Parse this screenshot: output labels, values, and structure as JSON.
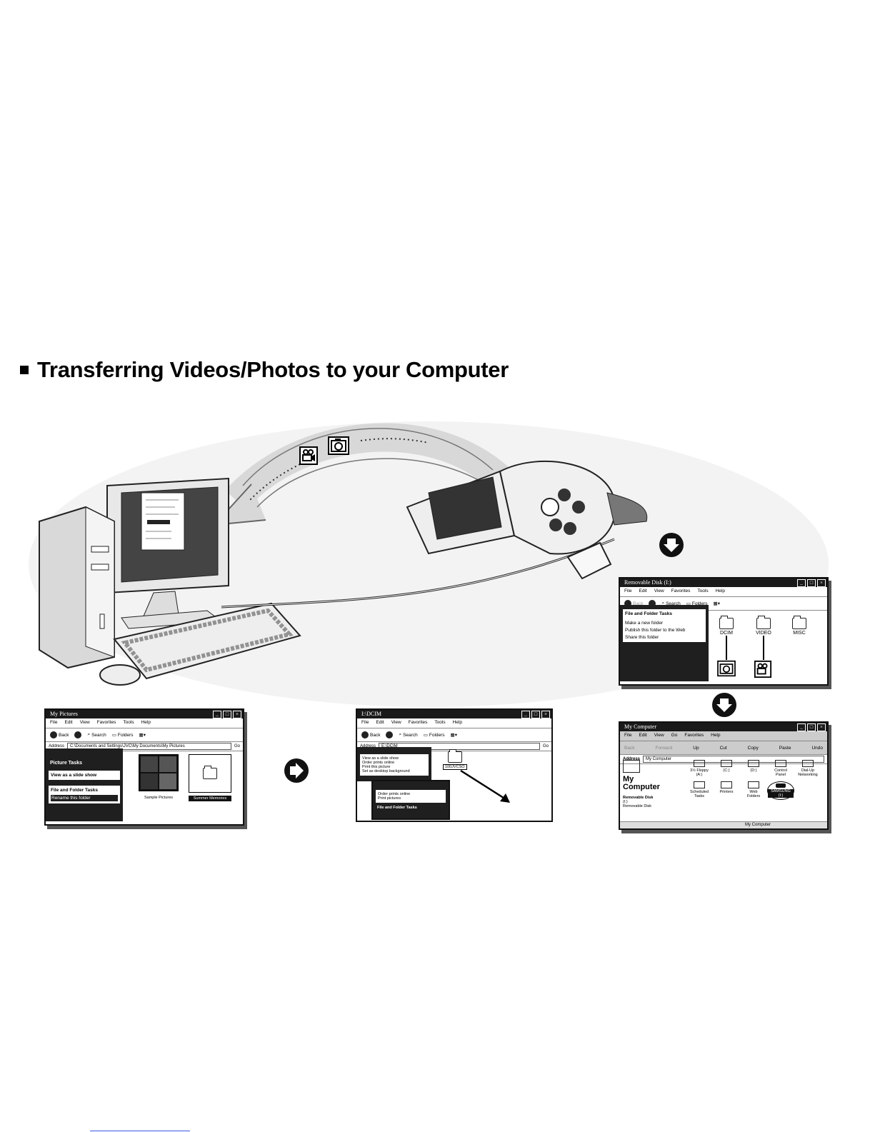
{
  "heading": {
    "text": "Transferring Videos/Photos to your Computer"
  },
  "removable_window": {
    "title": "Removable Disk (I:)",
    "menu": [
      "File",
      "Edit",
      "View",
      "Favorites",
      "Tools",
      "Help"
    ],
    "toolbar": {
      "back": "Back",
      "search": "Search",
      "folders": "Folders"
    },
    "task_header": "File and Folder Tasks",
    "tasks": [
      "Make a new folder",
      "Publish this folder to the Web",
      "Share this folder"
    ],
    "folders": [
      "DCIM",
      "VIDEO",
      "MISC"
    ]
  },
  "mycomputer_window": {
    "title": "My Computer",
    "menu": [
      "File",
      "Edit",
      "View",
      "Go",
      "Favorites",
      "Help"
    ],
    "toolbar": [
      "Back",
      "Forward",
      "Up",
      "Cut",
      "Copy",
      "Paste",
      "Undo"
    ],
    "address_label": "Address",
    "address_value": "My Computer",
    "side_title_line1": "My",
    "side_title_line2": "Computer",
    "side_info_line1": "Removable Disk",
    "side_info_line2": "(I:)",
    "side_info_line3": "Removable Disk",
    "items": [
      {
        "label": "3½ Floppy",
        "sub": "(A:)"
      },
      {
        "label": "(C:)",
        "sub": ""
      },
      {
        "label": "(D:)",
        "sub": ""
      },
      {
        "label": "Control",
        "sub": "Panel"
      },
      {
        "label": "Dial-Up",
        "sub": "Networking"
      },
      {
        "label": "Scheduled",
        "sub": "Tasks"
      },
      {
        "label": "Printers",
        "sub": ""
      },
      {
        "label": "Web",
        "sub": "Folders"
      },
      {
        "label": "SAMSUNG",
        "sub": "(I:)"
      }
    ],
    "status": "My Computer"
  },
  "dcim_window": {
    "title": "I:\\DCIM",
    "menu": [
      "File",
      "Edit",
      "View",
      "Favorites",
      "Tools",
      "Help"
    ],
    "toolbar": {
      "back": "Back",
      "search": "Search",
      "folders": "Folders"
    },
    "address_label": "Address",
    "address_value": "E:\\DCIM",
    "go": "Go",
    "folder": "100JVCSO",
    "back_tasks": [
      "View as a slide show",
      "Order prints online",
      "Print this picture",
      "Set as desktop background"
    ],
    "front_tasks": [
      "Order prints online",
      "Print pictures"
    ],
    "front_header": "File and Folder Tasks"
  },
  "mypictures_window": {
    "title": "My Pictures",
    "menu": [
      "File",
      "Edit",
      "View",
      "Favorites",
      "Tools",
      "Help"
    ],
    "toolbar": {
      "back": "Back",
      "search": "Search",
      "folders": "Folders"
    },
    "address_label": "Address",
    "address_value": "C:\\Documents and Settings\\JVC\\My Documents\\My Pictures",
    "go": "Go",
    "picture_tasks": "Picture Tasks",
    "slide_show": "View as a slide show",
    "file_folder_tasks": "File and Folder Tasks",
    "rename": "Rename this folder",
    "items": [
      "Sample Pictures",
      "Summer Memories"
    ]
  },
  "icons": [
    "camcorder-icon",
    "camera-icon",
    "down-arrow-icon",
    "right-arrow-icon",
    "folder-icon"
  ]
}
